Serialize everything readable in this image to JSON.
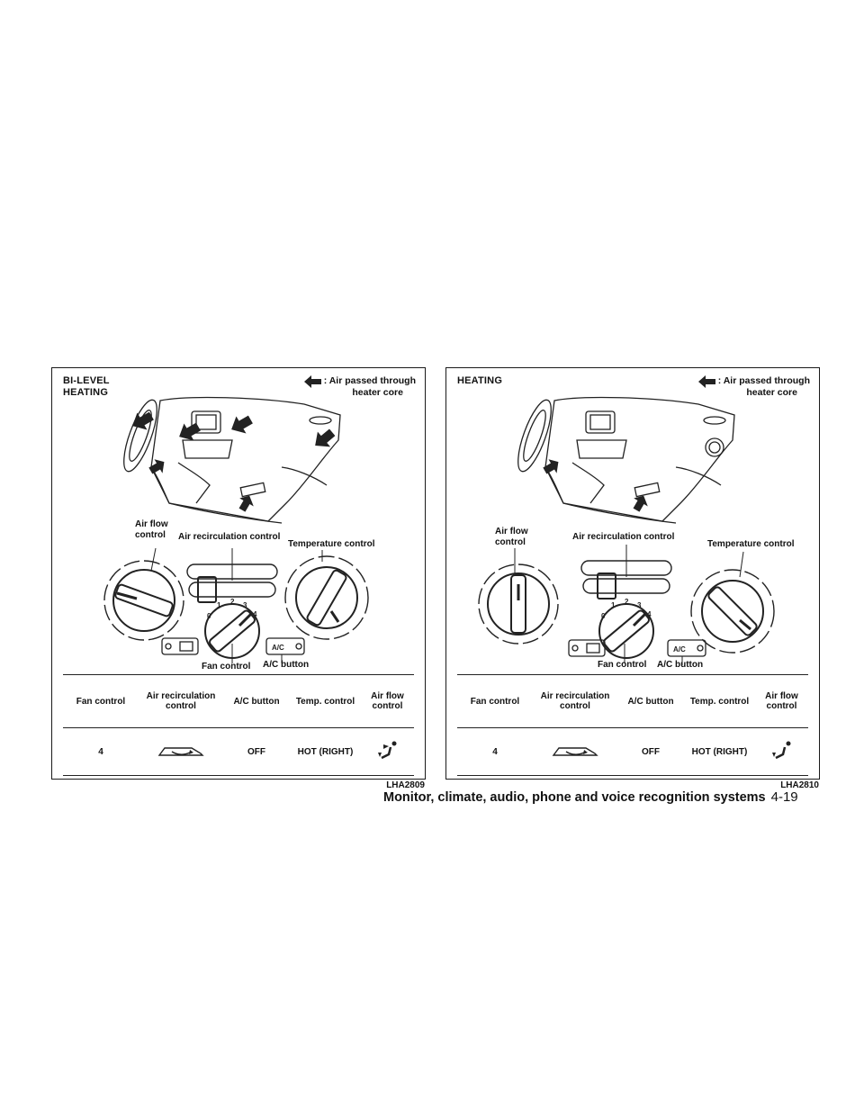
{
  "panels": [
    {
      "title_line1": "BI-LEVEL",
      "title_line2": "HEATING",
      "legend_line1": ": Air passed through",
      "legend_line2": "heater core",
      "labels": {
        "air_flow": "Air flow",
        "air_flow2": "control",
        "air_recirc": "Air recirculation control",
        "temperature": "Temperature control",
        "fan": "Fan control",
        "ac": "A/C button"
      },
      "fan_numbers": [
        "0",
        "1",
        "2",
        "3",
        "4"
      ],
      "ac_text": "A/C",
      "table": {
        "headers": [
          "Fan control",
          "Air recirculation control",
          "A/C button",
          "Temp. control",
          "Air flow control"
        ],
        "values": {
          "fan": "4",
          "recirc_icon": "car-recirculation-icon",
          "ac": "OFF",
          "temp": "HOT (RIGHT)",
          "airflow_icon": "bi-level-airflow-icon"
        }
      },
      "code": "LHA2809"
    },
    {
      "title_line1": "HEATING",
      "title_line2": "",
      "legend_line1": ": Air passed through",
      "legend_line2": "heater core",
      "labels": {
        "air_flow": "Air flow",
        "air_flow2": "control",
        "air_recirc": "Air recirculation control",
        "temperature": "Temperature control",
        "fan": "Fan control",
        "ac": "A/C button"
      },
      "fan_numbers": [
        "0",
        "1",
        "2",
        "3",
        "4"
      ],
      "ac_text": "A/C",
      "table": {
        "headers": [
          "Fan control",
          "Air recirculation control",
          "A/C button",
          "Temp. control",
          "Air flow control"
        ],
        "values": {
          "fan": "4",
          "recirc_icon": "car-recirculation-icon",
          "ac": "OFF",
          "temp": "HOT (RIGHT)",
          "airflow_icon": "floor-airflow-icon"
        }
      },
      "code": "LHA2810"
    }
  ],
  "footer": {
    "section": "Monitor, climate, audio, phone and voice recognition systems",
    "page": "4-19"
  },
  "colors": {
    "ink": "#111111",
    "arrow": "#222222"
  }
}
